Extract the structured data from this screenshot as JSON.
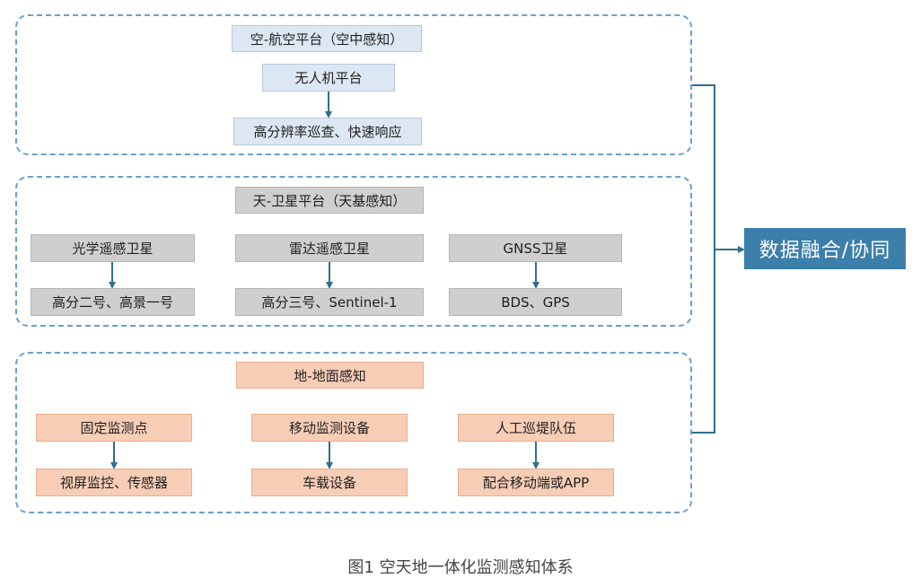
{
  "air": {
    "title": "空-航空平台（空中感知）",
    "platform": "无人机平台",
    "capability": "高分辨率巡查、快速响应"
  },
  "space": {
    "title": "天-卫星平台（天基感知）",
    "columns": [
      {
        "top": "光学遥感卫星",
        "bottom": "高分二号、高景一号"
      },
      {
        "top": "雷达遥感卫星",
        "bottom": "高分三号、Sentinel-1"
      },
      {
        "top": "GNSS卫星",
        "bottom": "BDS、GPS"
      }
    ]
  },
  "ground": {
    "title": "地-地面感知",
    "columns": [
      {
        "top": "固定监测点",
        "bottom": "视屏监控、传感器"
      },
      {
        "top": "移动监测设备",
        "bottom": "车载设备"
      },
      {
        "top": "人工巡堤队伍",
        "bottom": "配合移动端或APP"
      }
    ]
  },
  "fusion": "数据融合/协同",
  "caption": "图1   空天地一体化监测感知体系",
  "colors": {
    "dashed_border": "#6a9fd0",
    "connector": "#2f6f8f",
    "fusion_fill": "#3d7fab",
    "air_fill": "#dce7f3",
    "space_fill": "#cfcfcf",
    "ground_fill": "#f7cdb6"
  }
}
